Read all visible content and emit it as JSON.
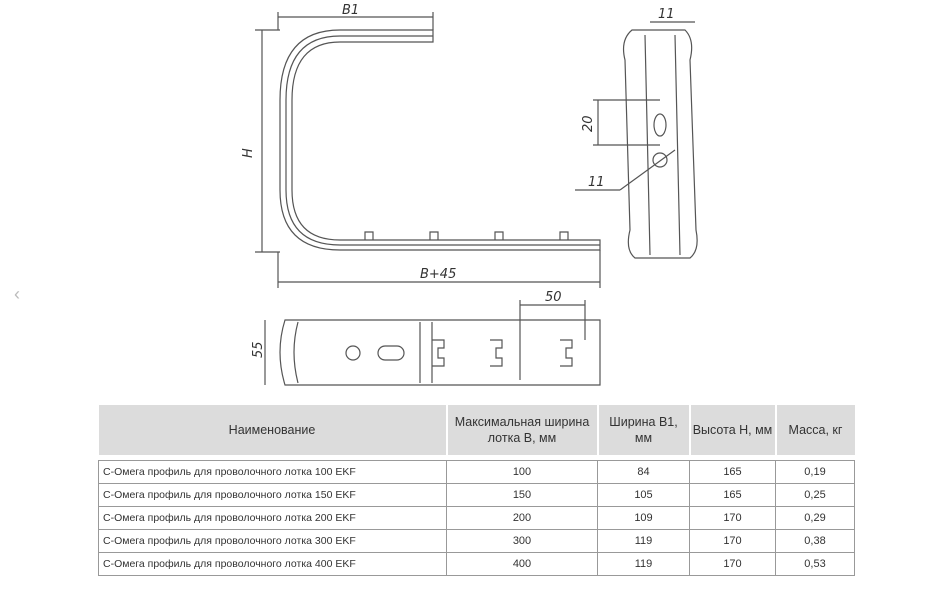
{
  "nav": {
    "prev_icon": "‹"
  },
  "drawing": {
    "labels": {
      "b1": "B1",
      "h": "H",
      "b45": "B+45",
      "w11": "11",
      "d20": "20",
      "d11": "11",
      "l50": "50",
      "h55": "55"
    }
  },
  "table": {
    "headers": [
      "Наименование",
      "Максимальная ширина лотка B, мм",
      "Ширина B1, мм",
      "Высота H, мм",
      "Масса, кг"
    ],
    "rows": [
      [
        "С-Омега профиль для проволочного лотка 100 EKF",
        "100",
        "84",
        "165",
        "0,19"
      ],
      [
        "С-Омега профиль для проволочного лотка 150 EKF",
        "150",
        "105",
        "165",
        "0,25"
      ],
      [
        "С-Омега профиль для проволочного лотка 200 EKF",
        "200",
        "109",
        "170",
        "0,29"
      ],
      [
        "С-Омега профиль для проволочного лотка 300 EKF",
        "300",
        "119",
        "170",
        "0,38"
      ],
      [
        "С-Омега профиль для проволочного лотка 400 EKF",
        "400",
        "119",
        "170",
        "0,53"
      ]
    ]
  }
}
